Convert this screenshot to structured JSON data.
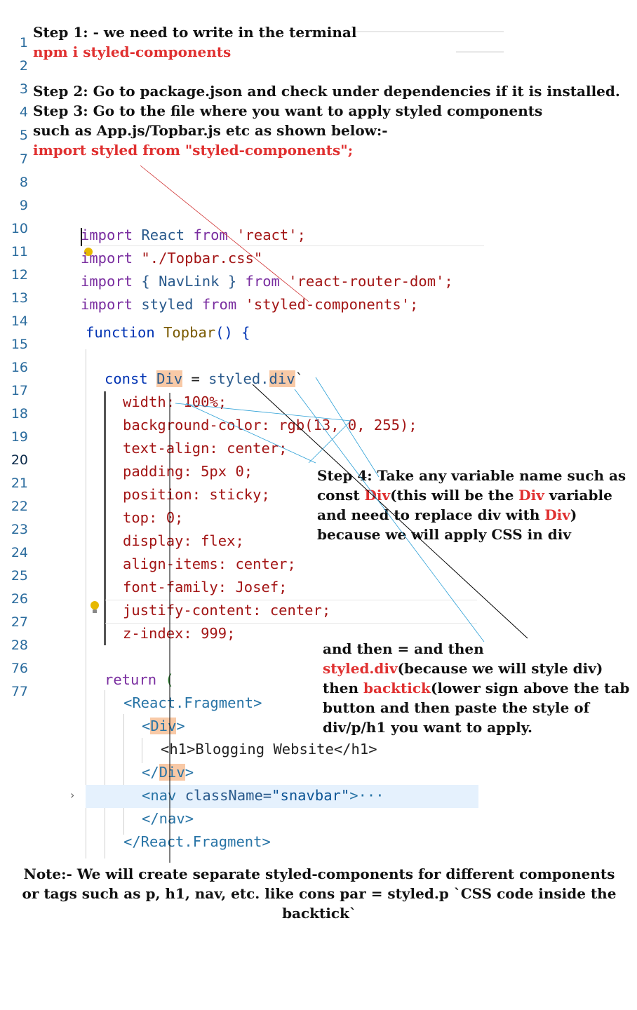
{
  "line_numbers": [
    "1",
    "2",
    "3",
    "4",
    "5",
    "7",
    "8",
    "9",
    "10",
    "11",
    "12",
    "13",
    "14",
    "15",
    "16",
    "17",
    "18",
    "19",
    "20",
    "21",
    "22",
    "23",
    "24",
    "25",
    "26",
    "27",
    "28",
    "76",
    "77"
  ],
  "steps": {
    "step1": "Step 1: - we need to write in the terminal",
    "step1_cmd": "npm i styled-components",
    "step2": "Step 2: Go to package.json and check under dependencies if it is installed.",
    "step3a": "Step 3: Go to the file where you want to apply styled components",
    "step3b": "such as App.js/Topbar.js etc as shown below:-",
    "step3_import": "import styled from \"styled-components\";"
  },
  "code": {
    "imp1_kw": "import",
    "imp1_id": "React",
    "imp1_from": "from",
    "imp1_str": "'react';",
    "imp2_kw": "import",
    "imp2_str": "\"./Topbar.css\"",
    "imp3_kw": "import",
    "imp3_id": "{ NavLink }",
    "imp3_from": "from",
    "imp3_str": "'react-router-dom';",
    "imp4_kw": "import",
    "imp4_id": "styled",
    "imp4_from": "from",
    "imp4_str": "'styled-components';",
    "func_kw": "function",
    "func_name": "Topbar",
    "func_rest": "() {",
    "const_kw": "const",
    "const_var": "Div",
    "const_eq": "=",
    "const_styled": "styled.",
    "const_div": "div",
    "css": [
      "width: 100%;",
      "background-color: rgb(13, 0, 255);",
      "text-align: center;",
      "padding: 5px 0;",
      "position: sticky;",
      "top: 0;",
      "display: flex;",
      "align-items: center;",
      "font-family: Josef;",
      "justify-content: center;",
      "z-index: 999;"
    ],
    "return_kw": "return",
    "return_paren": "(",
    "frag_open": "<React.Fragment>",
    "div_open_a": "<",
    "div_open_b": "Div",
    "div_open_c": ">",
    "h1_line": "<h1>Blogging Website</h1>",
    "div_close_a": "</",
    "div_close_b": "Div",
    "div_close_c": ">",
    "nav_a": "<nav",
    "nav_b": "className=",
    "nav_c": "\"snavbar\"",
    "nav_d": ">···",
    "nav_close": "</nav>",
    "frag_close": "</React.Fragment>"
  },
  "step4": {
    "p1": "Step 4: Take any variable name such as const ",
    "r1": "Div",
    "p2": "(this will be the ",
    "r2": "Div",
    "p3": " variable and need to replace div with ",
    "r3": "Div",
    "p4": ") because we will apply CSS in div"
  },
  "then": {
    "p1": "and then = and then ",
    "r1": "styled.div",
    "p2": "(because we will style div) then ",
    "r2": "backtick",
    "p3": "(lower sign above the tab button and then paste the style of div/p/h1 you want to apply."
  },
  "note": "Note:- We will create separate styled-components for different components or tags such as p, h1, nav, etc. like cons par = styled.p `CSS code inside the backtick`",
  "colors": {
    "accent_red": "#e03030",
    "line_number_blue": "#2b6c9e",
    "highlight": "#f8c9a6",
    "nav_row_bg": "#e5f1fd"
  }
}
